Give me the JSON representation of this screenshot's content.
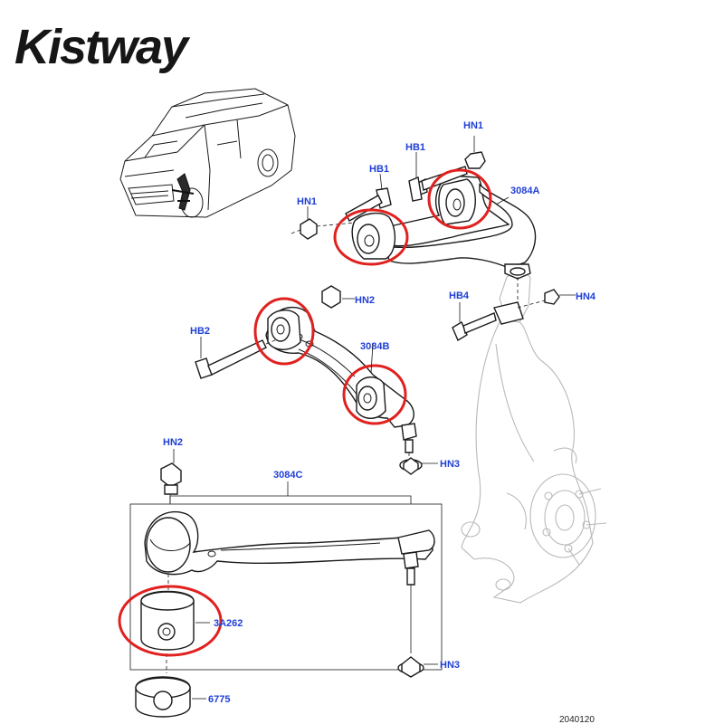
{
  "brand": {
    "name": "Kistway"
  },
  "labels": {
    "hn1_top": "HN1",
    "hb1_a": "HB1",
    "hb1_b": "HB1",
    "hn1_left": "HN1",
    "arm_upper": "3084A",
    "hn2_mid": "HN2",
    "hb4": "HB4",
    "hn4": "HN4",
    "hb2": "HB2",
    "arm_mid": "3084B",
    "hn2_low": "HN2",
    "hn3_mid": "HN3",
    "arm_lower": "3084C",
    "bushing": "3A262",
    "hn3_low": "HN3",
    "mount": "6775"
  },
  "diagram_code": "2040120",
  "colors": {
    "label": "#1f3fd6",
    "highlight": "#e0211f",
    "line": "#1a1a1a",
    "ghost": "#b9b9b9"
  }
}
